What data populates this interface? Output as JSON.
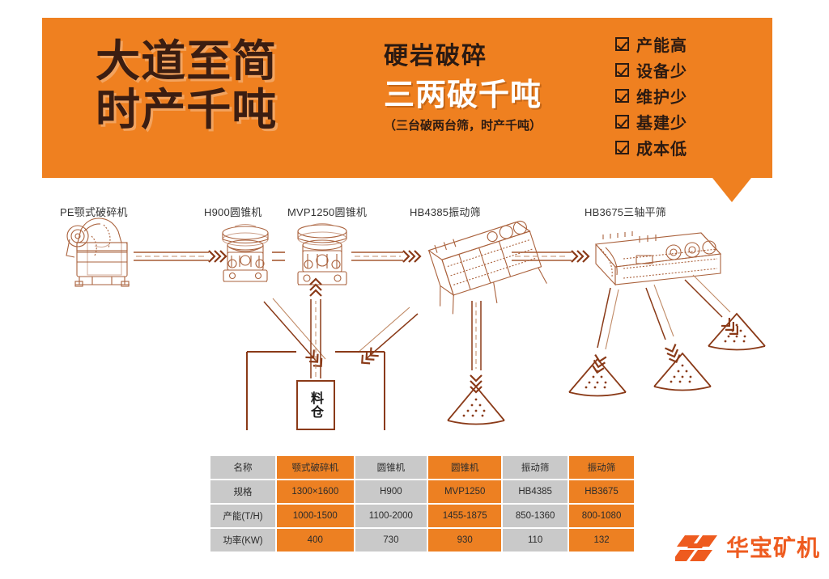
{
  "colors": {
    "orange": "#EF8020",
    "banner_text_dark": "#2b1a12",
    "headline_dark": "#3B1D11",
    "line_art": "#8a3a18",
    "table_gray": "#c9c9c9",
    "table_orange": "#ED8022",
    "logo_orange": "#EE5B1F"
  },
  "banner": {
    "headline_line1": "大道至简",
    "headline_line2": "时产千吨",
    "sub_title": "硬岩破碎",
    "big_title": "三两破千吨",
    "paren_note": "（三台破两台筛，时产千吨）",
    "checklist": [
      {
        "label": "产能高",
        "checked": true
      },
      {
        "label": "设备少",
        "checked": true
      },
      {
        "label": "维护少",
        "checked": true
      },
      {
        "label": "基建少",
        "checked": true
      },
      {
        "label": "成本低",
        "checked": true
      }
    ]
  },
  "flow": {
    "equipment_labels": [
      {
        "id": "jaw",
        "text": "PE颚式破碎机"
      },
      {
        "id": "h900",
        "text": "H900圆锥机"
      },
      {
        "id": "mvp",
        "text": "MVP1250圆锥机"
      },
      {
        "id": "hb4385",
        "text": "HB4385振动筛"
      },
      {
        "id": "hb3675",
        "text": "HB3675三轴平筛"
      }
    ],
    "bin_label": "料仓",
    "stockpile_count": 4
  },
  "table": {
    "rows": [
      {
        "label": "名称",
        "cells": [
          "颚式破碎机",
          "圆锥机",
          "圆锥机",
          "振动筛",
          "振动筛"
        ]
      },
      {
        "label": "规格",
        "cells": [
          "1300×1600",
          "H900",
          "MVP1250",
          "HB4385",
          "HB3675"
        ]
      },
      {
        "label": "产能(T/H)",
        "cells": [
          "1000-1500",
          "1100-2000",
          "1455-1875",
          "850-1360",
          "800-1080"
        ]
      },
      {
        "label": "功率(KW)",
        "cells": [
          "400",
          "730",
          "930",
          "110",
          "132"
        ]
      }
    ],
    "column_fills": [
      "orange",
      "gray",
      "orange",
      "gray",
      "orange"
    ]
  },
  "logo": {
    "text": "华宝矿机",
    "mark": "h-monogram-icon"
  }
}
